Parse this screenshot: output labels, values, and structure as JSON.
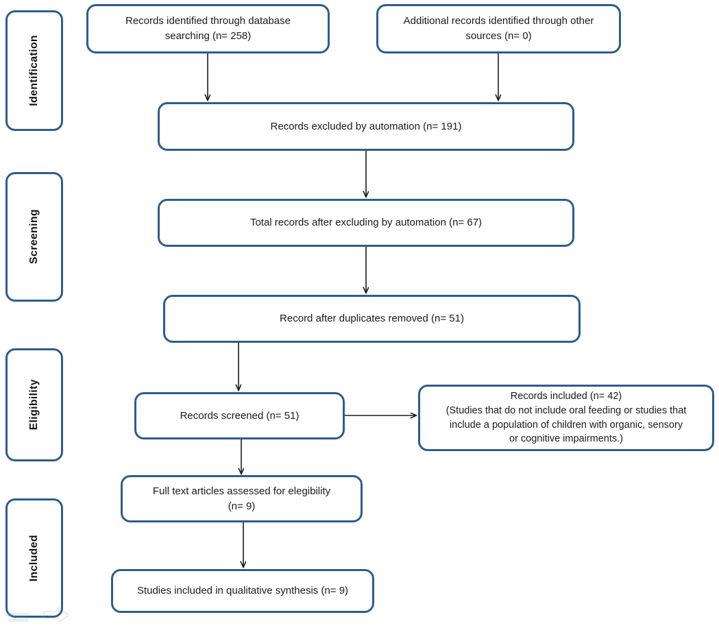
{
  "diagram": {
    "type": "prisma-flow-diagram",
    "title": "",
    "accent_color": "#2E5C8A",
    "text_color": "#1a1a1a",
    "background": "#ffffff"
  },
  "stages": [
    {
      "id": "identification",
      "label": "Identification"
    },
    {
      "id": "screening",
      "label": "Screening"
    },
    {
      "id": "eligibility",
      "label": "Eligibility"
    },
    {
      "id": "included",
      "label": "Included"
    }
  ],
  "nodes": [
    {
      "id": "records-identified",
      "text": "Records identified through database\nsearching (n= 258)",
      "n": 258
    },
    {
      "id": "additional-records",
      "text": "Additional records identified through other\nsources (n=  0)",
      "n": 0
    },
    {
      "id": "records-excluded-automation",
      "text": "Records excluded by automation (n= 191)",
      "n": 191
    },
    {
      "id": "total-records-after-automation",
      "text": "Total records after excluding by automation (n= 67)",
      "n": 67
    },
    {
      "id": "record-after-duplicates",
      "text": "Record after duplicates removed (n= 51)",
      "n": 51
    },
    {
      "id": "records-screened",
      "text": "Records screened  (n= 51)",
      "n": 51
    },
    {
      "id": "records-included",
      "text": "Records included  (n= 42)\n(Studies that do not include oral feeding or studies that\ninclude a population of children with organic, sensory\nor cognitive impairments.)",
      "n": 42
    },
    {
      "id": "full-text-assessed",
      "text": "Full text articles assessed for elegibility\n(n= 9)",
      "n": 9
    },
    {
      "id": "studies-included-qualitative",
      "text": "Studies included in qualitative synthesis (n= 9)",
      "n": 9
    }
  ]
}
